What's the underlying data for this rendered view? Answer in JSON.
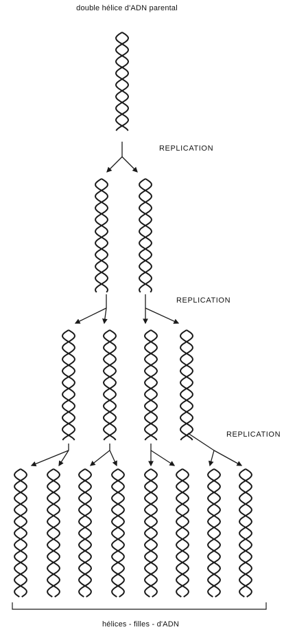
{
  "title": "double hélice d'ADN parental",
  "steps": [
    {
      "label": "REPLICATION"
    },
    {
      "label": "REPLICATION"
    },
    {
      "label": "REPLICATION"
    }
  ],
  "bottom_label": "hélices - filles - d'ADN",
  "colors": {
    "strand": "#1a1a1a",
    "background": "#ffffff"
  },
  "generations": [
    {
      "helix_count": 1
    },
    {
      "helix_count": 2
    },
    {
      "helix_count": 4
    },
    {
      "helix_count": 8
    }
  ]
}
